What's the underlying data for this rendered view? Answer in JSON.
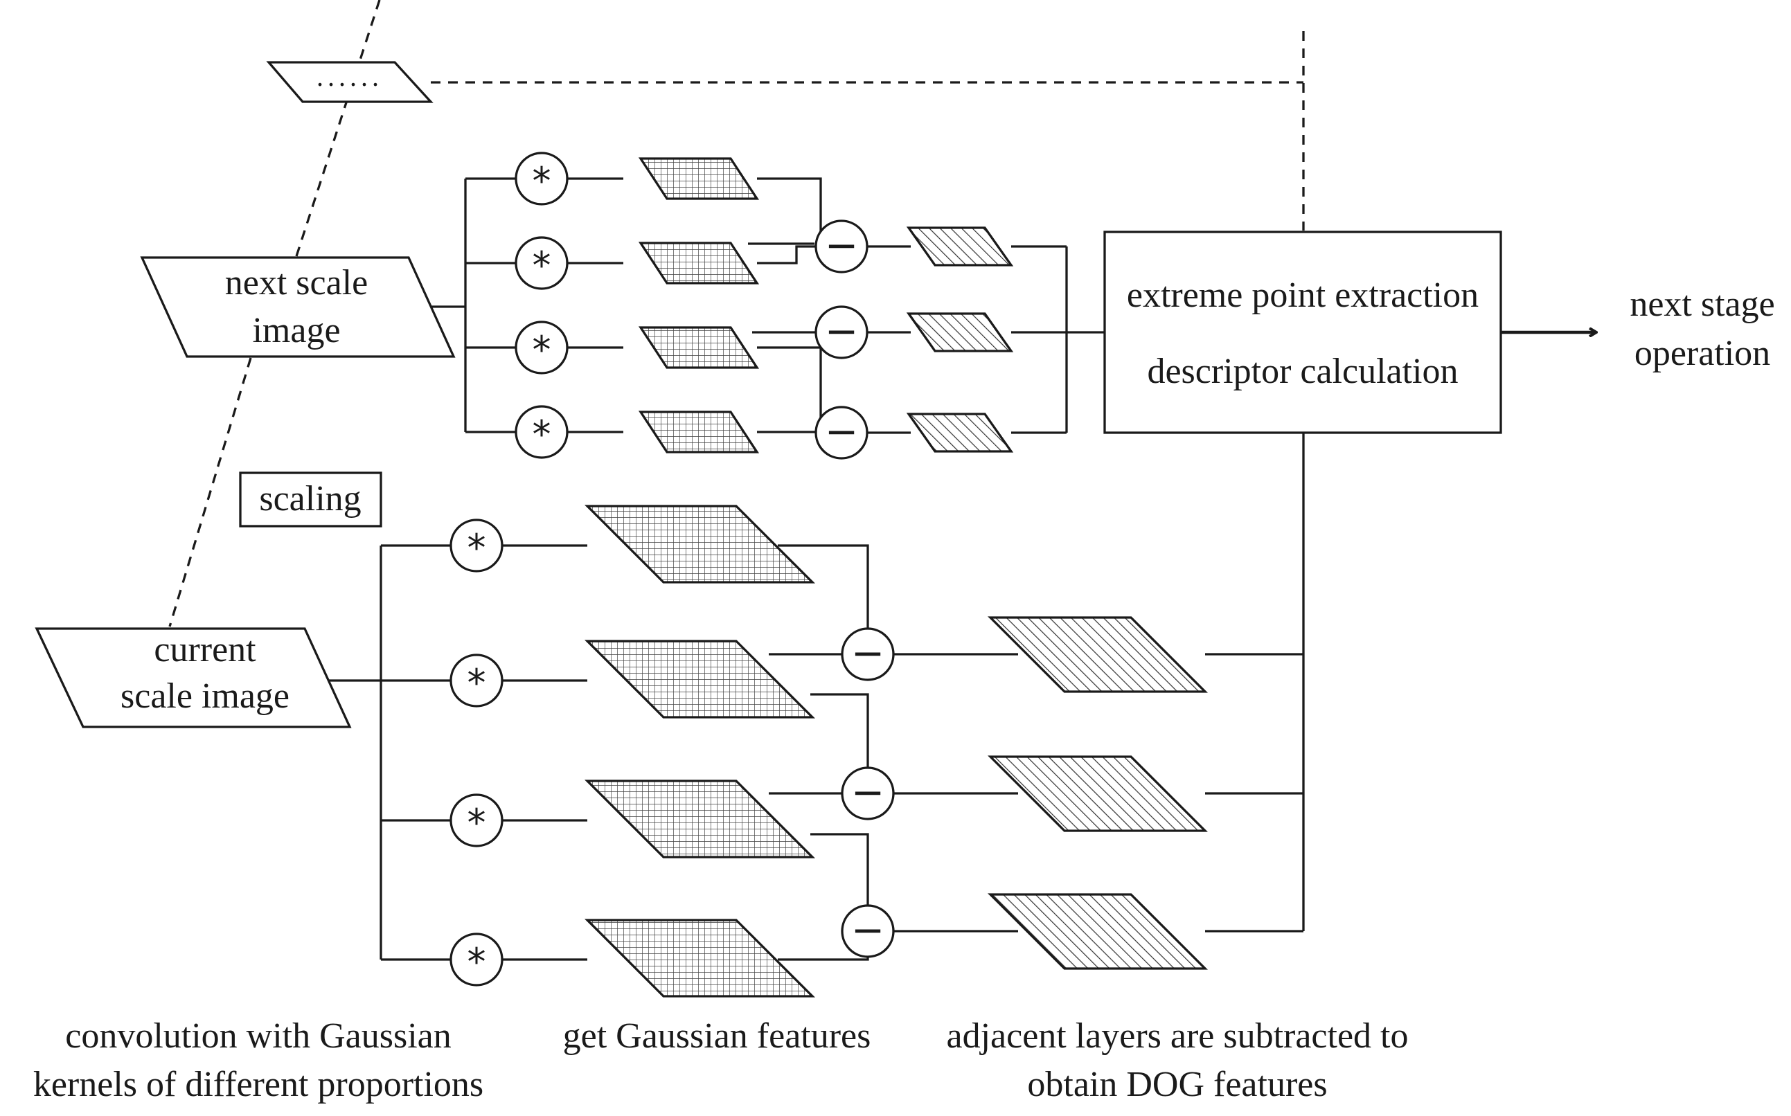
{
  "diagram": {
    "next_scale_image": [
      "next scale",
      "image"
    ],
    "current_scale_image": [
      "current",
      "scale image"
    ],
    "scaling": "scaling",
    "ellipsis": "......",
    "extraction_box": [
      "extreme point extraction",
      "descriptor calculation"
    ],
    "next_stage": [
      "next stage",
      "operation"
    ],
    "caption_convolution": [
      "convolution with Gaussian",
      "kernels of different proportions"
    ],
    "caption_gaussian": "get Gaussian features",
    "caption_dog": [
      "adjacent layers are subtracted to",
      "obtain DOG features"
    ],
    "conv_symbol": "*",
    "subtract_symbol": "−"
  },
  "colors": {
    "stroke": "#1a1a1a",
    "background": "#ffffff",
    "gaussian_fill": "crosshatch-grid",
    "dog_fill": "diagonal-hatch"
  }
}
